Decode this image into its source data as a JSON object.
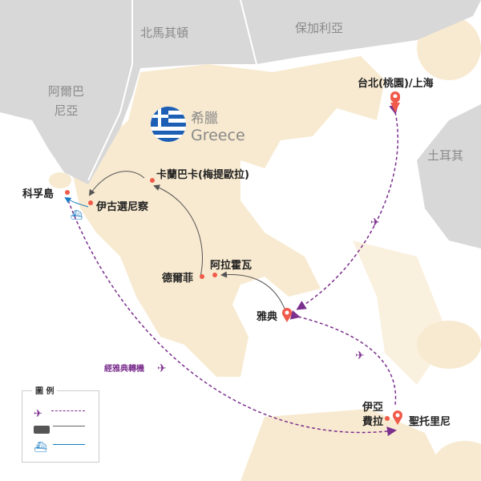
{
  "countries": {
    "north_macedonia": "北馬其頓",
    "bulgaria": "保加利亞",
    "albania": "阿爾巴\n尼亞",
    "turkey": "土耳其"
  },
  "title": {
    "zh": "希臘",
    "en": "Greece"
  },
  "cities": {
    "taipei": "台北(桃園)/上海",
    "kalambaka": "卡蘭巴卡(梅提歐拉)",
    "corfu": "科孚島",
    "igoumenitsa": "伊古選尼察",
    "arachova": "阿拉霍瓦",
    "delphi": "德爾菲",
    "athens": "雅典",
    "santorini": "聖托里尼",
    "oia": "伊亞",
    "fira": "費拉"
  },
  "route_note": "經雅典轉機",
  "legend": {
    "title": "圖 例",
    "items": [
      {
        "icon": "plane-icon",
        "line": "dashed",
        "color": "#7b2f8e"
      },
      {
        "icon": "bus-icon",
        "line": "solid",
        "color": "#666666"
      },
      {
        "icon": "ferry-icon",
        "line": "solid",
        "color": "#1a7cc1"
      }
    ]
  },
  "colors": {
    "land": "#f8ead0",
    "neighbor": "#d8d8d8",
    "flight": "#7b2f8e",
    "bus": "#555555",
    "ferry": "#1a7cc1",
    "pin": "#f05a4a"
  }
}
